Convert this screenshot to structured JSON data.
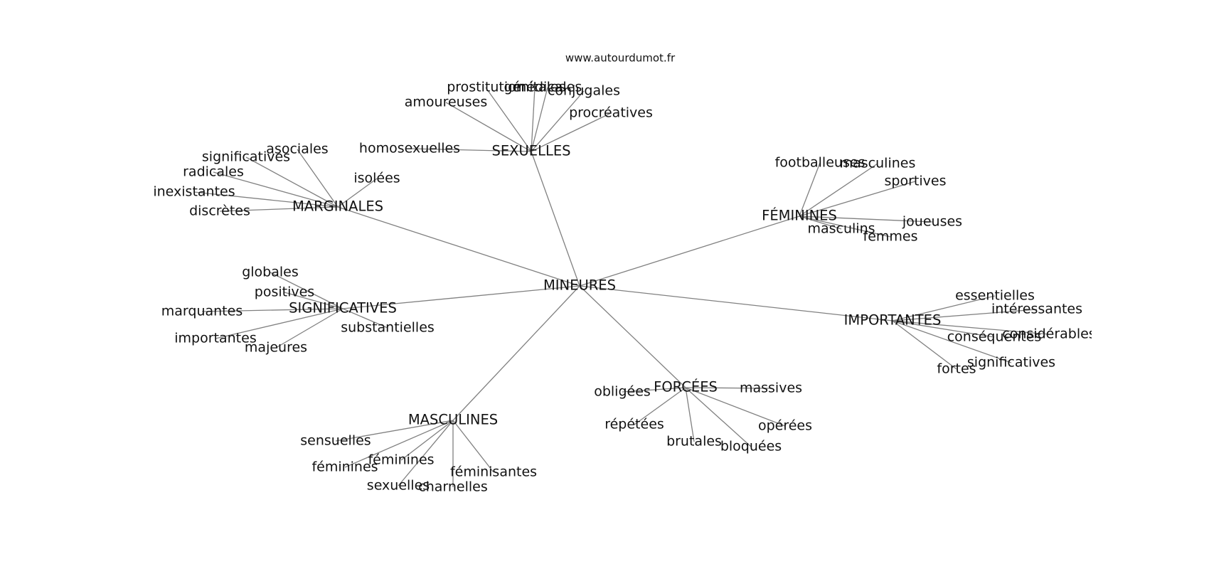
{
  "source": "www.autourdumot.fr",
  "root": "MINEURES",
  "clusters": [
    {
      "key": "sexuelles",
      "label": "SEXUELLES",
      "words": [
        "amoureuses",
        "prostitution",
        "génitales",
        "médicales",
        "conjugales",
        "procréatives",
        "homosexuelles"
      ]
    },
    {
      "key": "marginales",
      "label": "MARGINALES",
      "words": [
        "significatives",
        "asociales",
        "radicales",
        "inexistantes",
        "discrètes",
        "isolées"
      ]
    },
    {
      "key": "feminines",
      "label": "FÉMININES",
      "words": [
        "footballeuses",
        "masculines",
        "sportives",
        "joueuses",
        "masculins",
        "femmes"
      ]
    },
    {
      "key": "significatives",
      "label": "SIGNIFICATIVES",
      "words": [
        "globales",
        "positives",
        "marquantes",
        "importantes",
        "majeures",
        "substantielles"
      ]
    },
    {
      "key": "importantes",
      "label": "IMPORTANTES",
      "words": [
        "essentielles",
        "intéressantes",
        "considérables",
        "conséquentes",
        "significatives",
        "fortes"
      ]
    },
    {
      "key": "forcees",
      "label": "FORCÉES",
      "words": [
        "obligées",
        "massives",
        "répétées",
        "brutales",
        "bloquées",
        "opérées"
      ]
    },
    {
      "key": "masculines",
      "label": "MASCULINES",
      "words": [
        "sensuelles",
        "féminines",
        "féminines",
        "sexuelles",
        "charnelles",
        "féminisantes"
      ]
    }
  ]
}
